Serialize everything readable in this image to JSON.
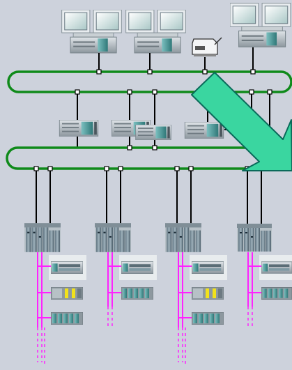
{
  "diagram": {
    "background": "#cdd2dc",
    "colors": {
      "ring_bus": "#0f8a1a",
      "io_bus": "#ff22ff",
      "connection": "#000000",
      "arrow_fill": "#3ad6a0",
      "arrow_stroke": "#0a6a5a",
      "module_teal": "#4e9a9a",
      "module_gray": "#9aa6ac",
      "io_yellow": "#f2e21a"
    },
    "nodes": {
      "workstations": [
        "workstation-1",
        "workstation-2",
        "workstation-3"
      ],
      "printer": "printer",
      "servers": [
        "server-1",
        "server-2",
        "server-3",
        "server-4"
      ],
      "controllers": [
        "controller-1",
        "controller-2",
        "controller-3",
        "controller-4"
      ]
    },
    "icons": {
      "workstation": "workstation-icon",
      "printer": "printer-icon",
      "server": "server-icon",
      "controller": "plc-rack-icon",
      "io_module": "io-module-icon",
      "arrow": "arrow-icon"
    }
  }
}
